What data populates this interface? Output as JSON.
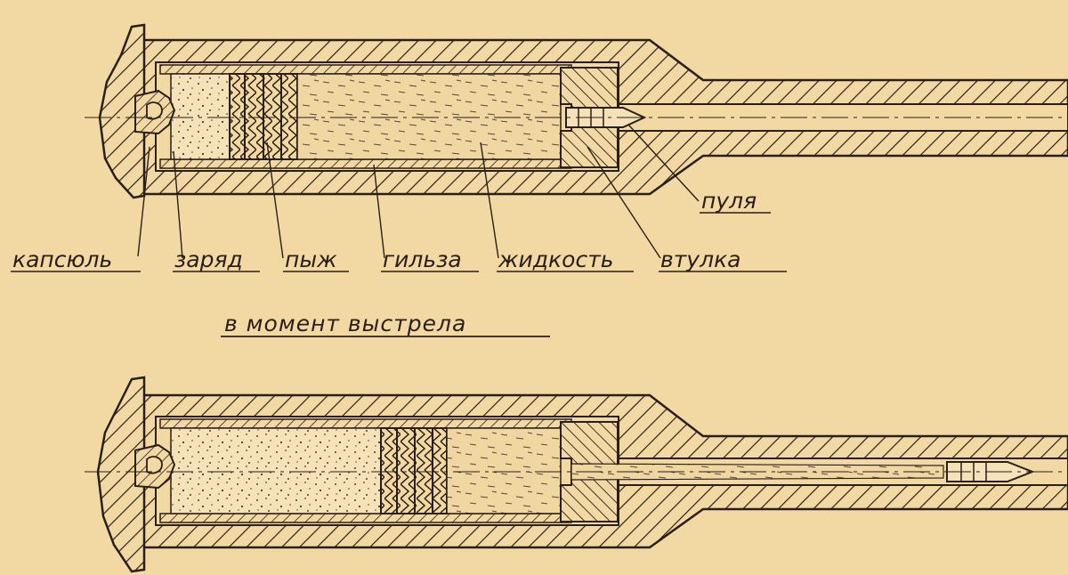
{
  "diagram": {
    "labels": {
      "capsule": "капсюль",
      "charge": "заряд",
      "wad": "пыж",
      "case": "гильза",
      "liquid": "жидкость",
      "bushing": "втулка",
      "bullet": "пуля"
    },
    "caption": "в момент выстрела",
    "colors": {
      "paper": "#f2d9a4",
      "ink": "#2a1e18",
      "powder_fill": "#f5e2b8",
      "liquid_fill": "#f0d7a2"
    }
  }
}
